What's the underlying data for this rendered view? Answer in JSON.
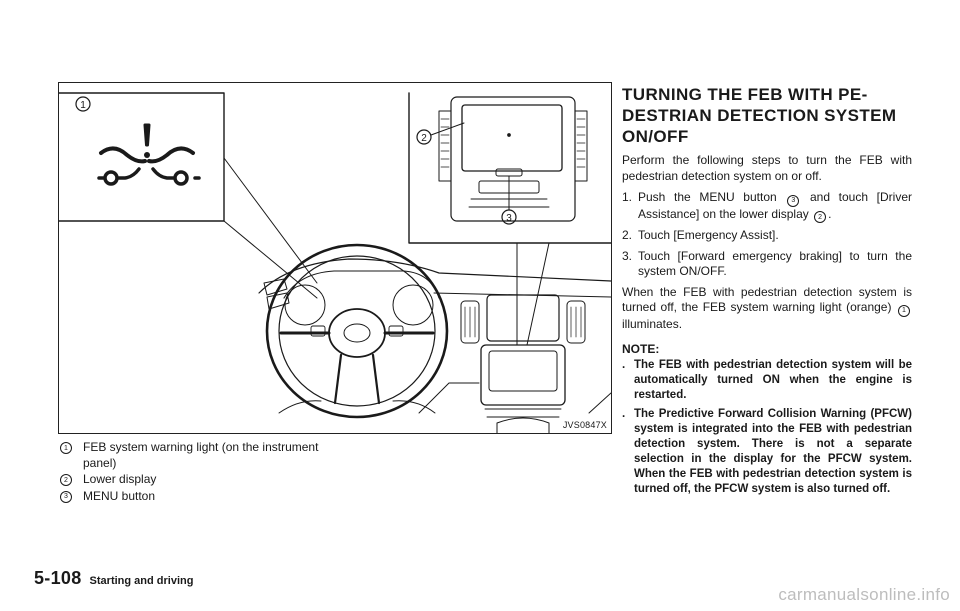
{
  "figure": {
    "code": "JVS0847X",
    "callouts": [
      "1",
      "2",
      "3"
    ]
  },
  "legend": [
    {
      "num": "1",
      "text": "FEB system warning light (on the instrument panel)"
    },
    {
      "num": "2",
      "text": "Lower display"
    },
    {
      "num": "3",
      "text": "MENU button"
    }
  ],
  "section": {
    "heading": "TURNING THE FEB WITH PE-DESTRIAN DETECTION SYSTEM ON/OFF",
    "intro": "Perform the following steps to turn the FEB with pedestrian detection system on or off.",
    "steps": [
      {
        "n": "1.",
        "a": "Push the MENU button",
        "ref1": "3",
        "b": "and touch [Driver Assistance] on the lower display",
        "ref2": "2",
        "c": "."
      },
      {
        "n": "2.",
        "text": "Touch [Emergency Assist]."
      },
      {
        "n": "3.",
        "text": "Touch [Forward emergency braking] to turn the system ON/OFF."
      }
    ],
    "para2_a": "When the FEB with pedestrian detection system is turned off, the FEB system warning light (orange)",
    "para2_ref": "1",
    "para2_b": "illuminates.",
    "note_title": "NOTE:",
    "notes": [
      "The FEB with pedestrian detection system will be automatically turned ON when the engine is restarted.",
      "The Predictive Forward Collision Warning (PFCW) system is integrated into the FEB with pedestrian detection system. There is not a separate selection in the display for the PFCW system. When the FEB with pedestrian detection system is turned off, the PFCW system is also turned off."
    ],
    "bullet_char": "."
  },
  "footer": {
    "page": "5-108",
    "section": "Starting and driving"
  },
  "watermark": "carmanualsonline.info"
}
